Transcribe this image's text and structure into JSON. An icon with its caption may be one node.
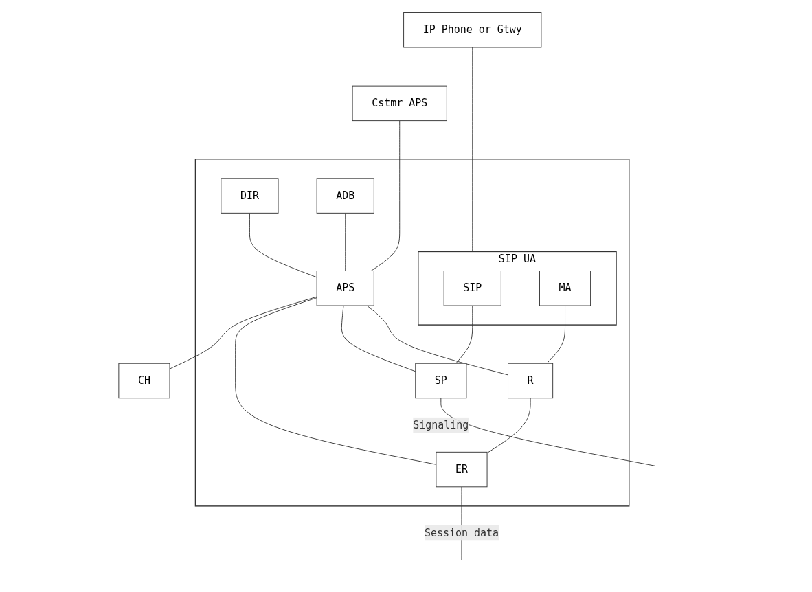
{
  "diagram": {
    "nodes": [
      {
        "text": [],
        "shape": "box"
      },
      {
        "text": [
          "DIR"
        ],
        "in": 0
      },
      {
        "text": [
          "ADB"
        ],
        "in": 0
      },
      {
        "text": [
          "Cstmr APS"
        ]
      },
      {
        "text": [
          "APS"
        ],
        "in": 0
      },
      {
        "text": [
          "CH"
        ]
      },
      {
        "text": [
          "IP Phone or Gtwy"
        ]
      },
      {
        "text": [
          "SIP UA"
        ],
        "in": 0
      },
      {
        "text": [
          "SIP"
        ],
        "in": 7
      },
      {
        "text": [
          "SP"
        ],
        "in": 0
      },
      {
        "text": [
          "MA"
        ],
        "in": 7
      },
      {
        "text": [
          "R"
        ],
        "in": 0
      },
      {
        "text": [
          "ER"
        ],
        "in": 0
      }
    ],
    "edges": [
      {
        "from": 1,
        "to": 4,
        "arrow": "none"
      },
      {
        "from": 2,
        "to": 4,
        "arrow": "none"
      },
      {
        "from": 3,
        "to": 4,
        "arrow": "none"
      },
      {
        "from": 4,
        "to": 5,
        "arrow": "none"
      },
      {
        "from": 4,
        "to": 12,
        "arrow": "none"
      },
      {
        "from": 4,
        "to": 9,
        "arrow": "none"
      },
      {
        "from": 4,
        "to": 11,
        "arrow": "none"
      },
      {
        "from": 6,
        "to": 7,
        "arrow": "none"
      },
      {
        "from": 8,
        "to": 9,
        "arrow": "none"
      },
      {
        "from": 9,
        "to": null,
        "label": "Signaling",
        "arrow": "none"
      },
      {
        "from": 10,
        "to": 11,
        "arrow": "none"
      },
      {
        "from": 11,
        "to": 12,
        "arrow": "none"
      },
      {
        "from": 12,
        "to": null,
        "label": "Session data",
        "arrow": "none"
      }
    ]
  }
}
